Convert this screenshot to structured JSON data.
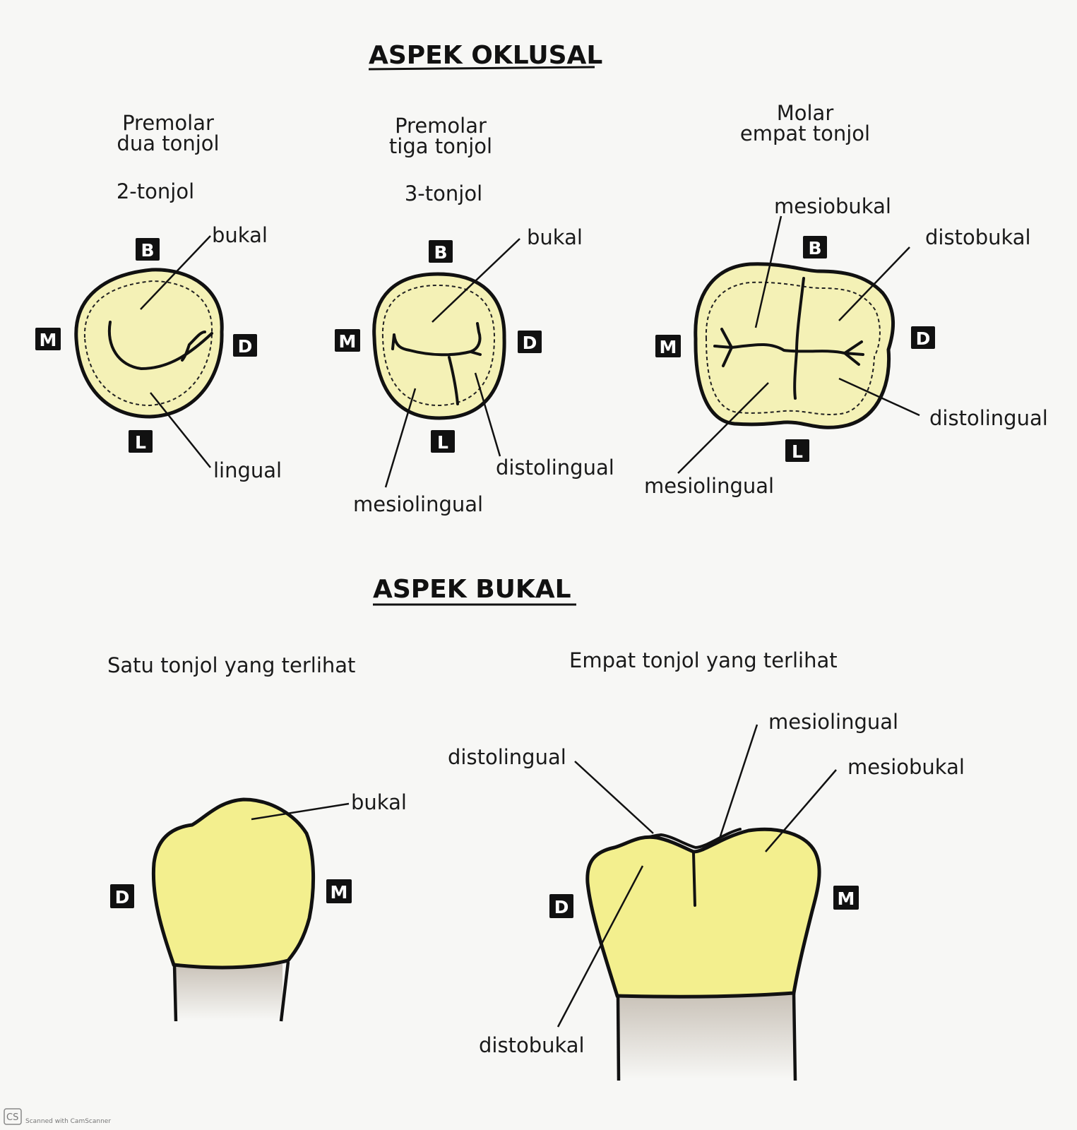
{
  "occlusal": {
    "title": "ASPEK OKLUSAL",
    "premolar2": {
      "caption_line1": "Premolar",
      "caption_line2": "dua tonjol",
      "subtitle": "2-tonjol",
      "label_bukal": "bukal",
      "label_lingual": "lingual"
    },
    "premolar3": {
      "caption_line1": "Premolar",
      "caption_line2": "tiga tonjol",
      "subtitle": "3-tonjol",
      "label_bukal": "bukal",
      "label_mesiolingual": "mesiolingual",
      "label_distolingual": "distolingual"
    },
    "molar": {
      "caption_line1": "Molar",
      "caption_line2": "empat tonjol",
      "label_mesiobukal": "mesiobukal",
      "label_distobukal": "distobukal",
      "label_distolingual": "distolingual",
      "label_mesiolingual": "mesiolingual"
    }
  },
  "buccal": {
    "title": "ASPEK BUKAL",
    "premolar": {
      "caption": "Satu tonjol yang terlihat",
      "label_bukal": "bukal"
    },
    "molar": {
      "caption": "Empat tonjol yang terlihat",
      "label_mesiolingual": "mesiolingual",
      "label_distolingual": "distolingual",
      "label_mesiobukal": "mesiobukal",
      "label_distobukal": "distobukal"
    }
  },
  "direction_letters": {
    "b": "B",
    "m": "M",
    "d": "D",
    "l": "L"
  },
  "footer": {
    "logo": "CS",
    "text": "Scanned with CamScanner"
  },
  "colors": {
    "crown_occlusal": "#f4f1b6",
    "crown_buccal": "#f3ef8e",
    "outline": "#111111"
  }
}
